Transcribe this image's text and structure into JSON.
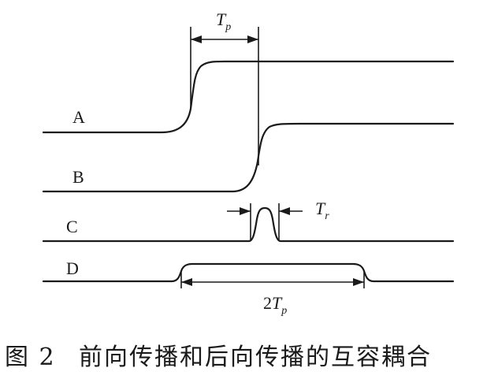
{
  "waveforms": [
    {
      "id": "A",
      "label": "A"
    },
    {
      "id": "B",
      "label": "B"
    },
    {
      "id": "C",
      "label": "C"
    },
    {
      "id": "D",
      "label": "D"
    }
  ],
  "dimensions": {
    "tp": {
      "main": "T",
      "sub": "p"
    },
    "tr": {
      "main": "T",
      "sub": "r"
    },
    "two_tp": {
      "prefix": "2",
      "main": "T",
      "sub": "p"
    }
  },
  "caption": {
    "figure": "图 2",
    "title": "前向传播和后向传播的互容耦合"
  }
}
